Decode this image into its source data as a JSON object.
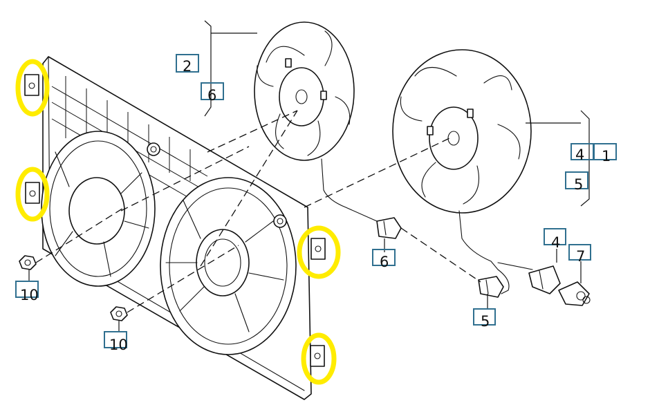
{
  "callouts": [
    {
      "id": "c2",
      "label": "2"
    },
    {
      "id": "c6a",
      "label": "6"
    },
    {
      "id": "c4a",
      "label": "4"
    },
    {
      "id": "c1",
      "label": "1"
    },
    {
      "id": "c5a",
      "label": "5"
    },
    {
      "id": "c6b",
      "label": "6"
    },
    {
      "id": "c4b",
      "label": "4"
    },
    {
      "id": "c7",
      "label": "7"
    },
    {
      "id": "c5b",
      "label": "5"
    },
    {
      "id": "c10a",
      "label": "10"
    },
    {
      "id": "c10b",
      "label": "10"
    }
  ],
  "colors": {
    "line": "#111111",
    "highlight": "#ffec00",
    "callout_box": "#2f6f8f",
    "background": "#ffffff"
  }
}
